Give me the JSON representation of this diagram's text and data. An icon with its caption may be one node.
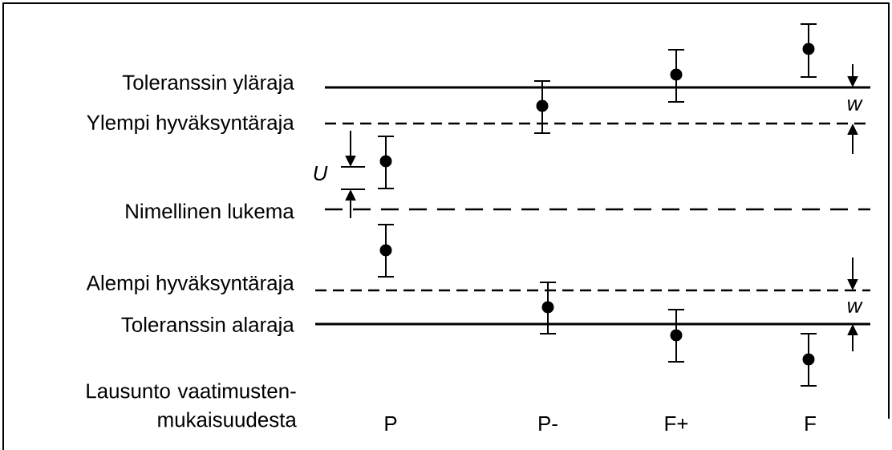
{
  "diagram": {
    "labels": [
      "Toleranssin yläraja",
      "w",
      "Ylempi hyväksyntäraja",
      "U",
      "Nimellinen lukema",
      "Alempi hyväksyntäraja",
      "w",
      "Toleranssin alaraja",
      "Lausunto vaatimusten- mukaisuudesta",
      "P",
      "P-",
      "F+",
      "F"
    ]
  }
}
